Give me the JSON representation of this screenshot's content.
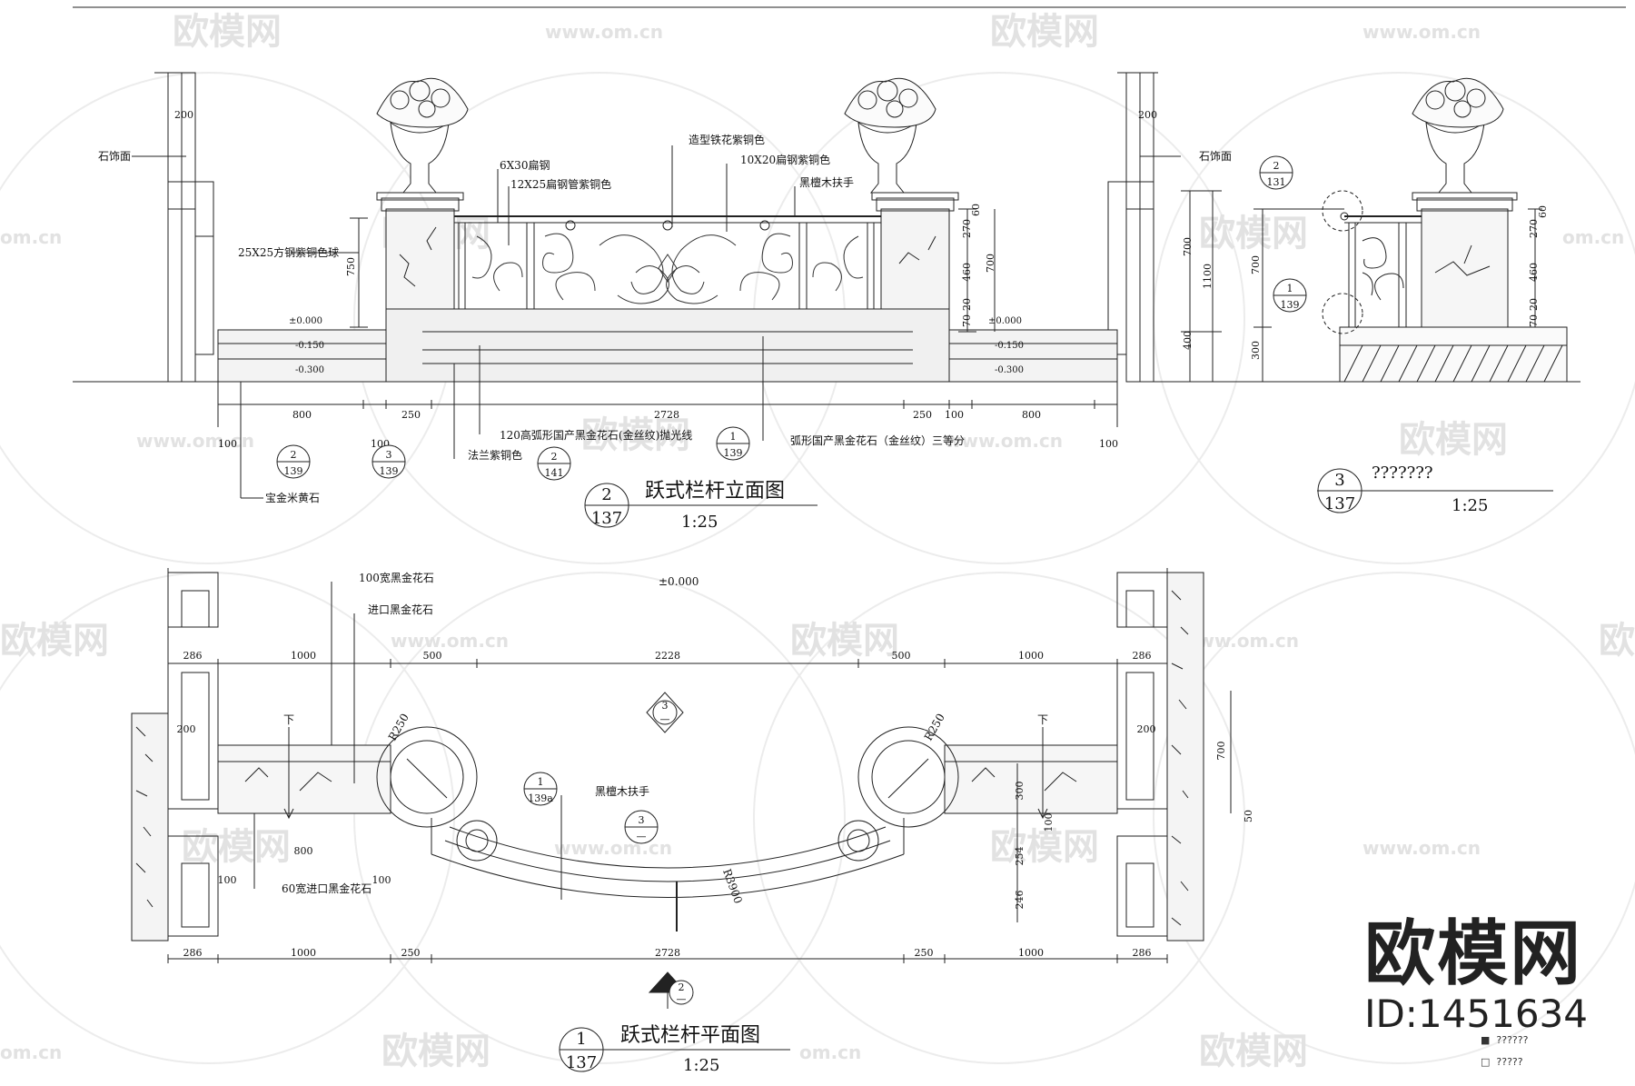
{
  "watermarks": {
    "brand_mark": "欧模网",
    "site": "www.om.cn",
    "site_short": "om.cn"
  },
  "elevation": {
    "title": "跃式栏杆立面图",
    "scale": "1:25",
    "ref_number": "2",
    "ref_sheet": "137",
    "labels": {
      "stone_facing_left": "石饰面",
      "stone_facing_right": "石饰面",
      "shaped_iron": "造型铁花紫铜色",
      "flat_steel_6x30": "6X30扁钢",
      "flat_steel_pipe": "12X25扁钢管紫铜色",
      "flat_steel_10x20": "10X20扁钢紫铜色",
      "handrail": "黑檀木扶手",
      "square_steel_ball": "25X25方钢紫铜色球",
      "curved_line_120": "120高弧形国产黑金花石(金丝纹)抛光线",
      "curved_stone": "弧形国产黑金花石（金丝纹）三等分",
      "flange": "法兰紫铜色",
      "yellow_stone": "宝金米黄石"
    },
    "levels": {
      "zero_left": "±0.000",
      "zero_right": "±0.000",
      "m150_left": "-0.150",
      "m300_left": "-0.300",
      "m150_right": "-0.150",
      "m300_right": "-0.300"
    },
    "dims": {
      "col_200_left": "200",
      "col_200_right": "200",
      "h750": "750",
      "h700": "700",
      "h270": "270",
      "h60": "60",
      "h460": "460",
      "h20": "20",
      "h70": "70",
      "h400": "400",
      "h1100": "1100",
      "h700b": "700",
      "d100a": "100",
      "d800a": "800",
      "d100b": "100",
      "d250a": "250",
      "d2728": "2728",
      "d250b": "250",
      "d100c": "100",
      "d800b": "800",
      "d100d": "100"
    },
    "callouts": [
      {
        "top": "2",
        "bottom": "139"
      },
      {
        "top": "3",
        "bottom": "139"
      },
      {
        "top": "2",
        "bottom": "141"
      },
      {
        "top": "1",
        "bottom": "139"
      }
    ]
  },
  "section3": {
    "number": "3",
    "sheet": "137",
    "title": "???????",
    "scale": "1:25",
    "callout_top": {
      "top": "2",
      "bottom": "131"
    },
    "callout_mid": {
      "top": "1",
      "bottom": "139"
    },
    "dims": {
      "h700": "700",
      "h300": "300",
      "h270": "270",
      "h60": "60",
      "h460": "460",
      "h20": "20",
      "h70": "70"
    }
  },
  "plan": {
    "title": "跃式栏杆平面图",
    "scale": "1:25",
    "ref_number": "1",
    "ref_sheet": "137",
    "labels": {
      "stone_100": "100宽黑金花石",
      "imported_stone": "进口黑金花石",
      "handrail": "黑檀木扶手",
      "stone_60": "60宽进口黑金花石",
      "level": "±0.000",
      "down_left": "下",
      "down_right": "下"
    },
    "radius": {
      "r250_left": "R250",
      "r250_right": "R250",
      "r3900": "R3900"
    },
    "dims_top": [
      "286",
      "1000",
      "500",
      "2228",
      "500",
      "1000",
      "286"
    ],
    "dims_bottom": [
      "286",
      "1000",
      "250",
      "2728",
      "250",
      "1000",
      "286"
    ],
    "dims_misc": {
      "d200_left": "200",
      "d200_right": "200",
      "d800": "800",
      "d100a": "100",
      "d100b": "100",
      "d300": "300",
      "d100c": "100",
      "d254": "254",
      "d246": "246",
      "d700": "700",
      "d50": "50"
    },
    "callouts": [
      {
        "top": "3",
        "bottom": "—"
      },
      {
        "top": "1",
        "bottom": "139a"
      },
      {
        "top": "3",
        "bottom": "—"
      },
      {
        "top": "2",
        "bottom": "—"
      }
    ]
  },
  "brand": {
    "name": "欧模网",
    "id": "ID:1451634"
  },
  "legend": [
    "??????",
    "?????"
  ]
}
